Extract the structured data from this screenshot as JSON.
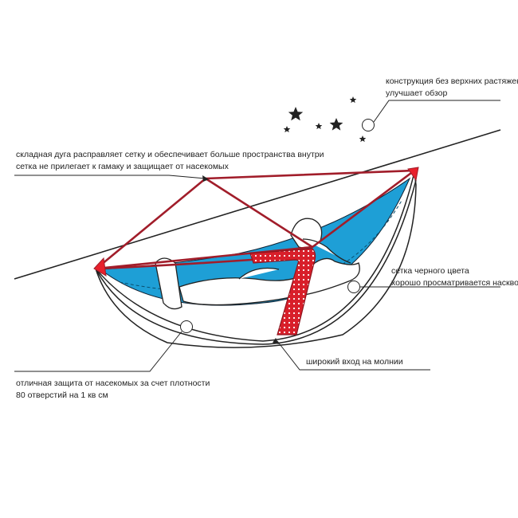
{
  "callouts": {
    "top_right": {
      "line1": "конструкция без верхних растяжек",
      "line2": "улучшает обзор"
    },
    "top_left": {
      "line1": "складная дуга расправляет сетку и обеспечивает больше пространства внутри",
      "line2": "сетка не прилегает к гамаку и защищает от насекомых"
    },
    "right": {
      "line1": "сетка черного цвета",
      "line2": "хорошо просматривается насквозь"
    },
    "bottom_center": {
      "line1": "широкий вход на молнии"
    },
    "bottom_left": {
      "line1": "отличная защита от насекомых за счет плотности",
      "line2": "80 отверстий на 1 кв см"
    }
  },
  "colors": {
    "frame": "#a11d2a",
    "frame_accent": "#e8202c",
    "net_blue": "#1e9fd6",
    "line": "#222222"
  },
  "icons": [
    "star-icon",
    "callout-marker-circle"
  ]
}
